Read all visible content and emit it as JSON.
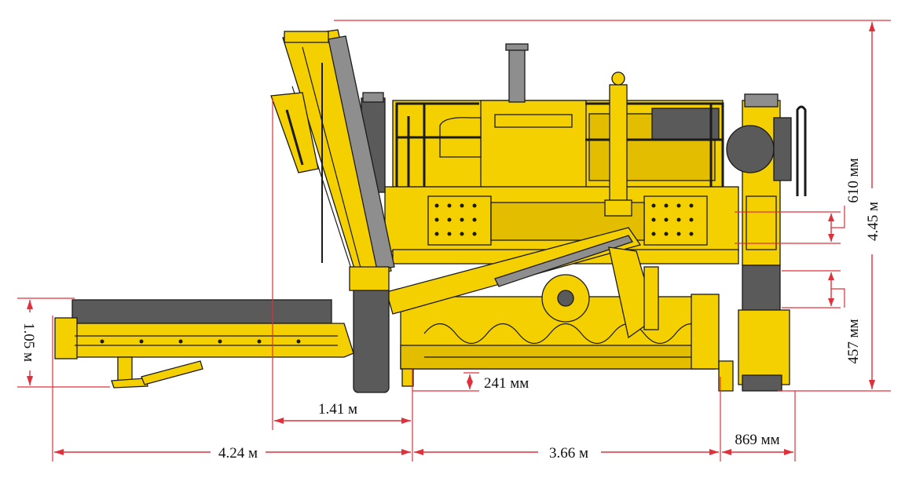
{
  "colors": {
    "machine_body": "#f4d000",
    "machine_shade": "#e2bd00",
    "dimension_lines": "#e0303a",
    "grey_parts": "#8e8e8e",
    "outline": "#1a1a1a"
  },
  "dimensions": {
    "overall_height": "4.45 м",
    "conveyor_height": "1.05 м",
    "front_overhang": "4.24 м",
    "wheelbase": "3.66 м",
    "rear_overhang": "869 мм",
    "conveyor_reach": "1.41 м",
    "ground_clearance": "241 мм",
    "upper_lift": "610 мм",
    "lower_lift": "457 мм"
  }
}
